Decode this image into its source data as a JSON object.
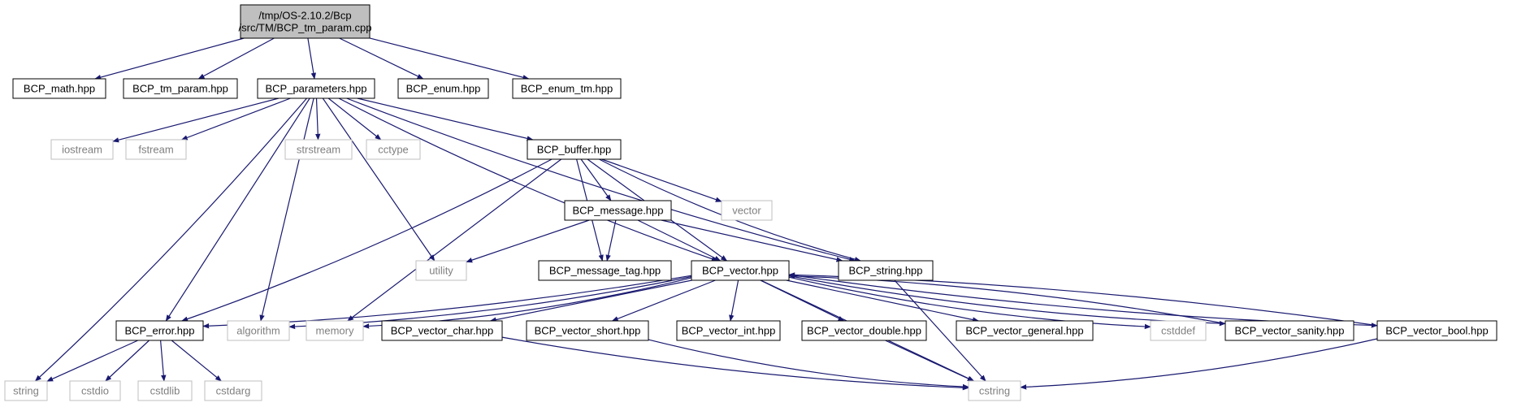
{
  "colors": {
    "edge": "#191970",
    "root_fill": "#bfbfbf",
    "box_border": "#000000",
    "external_border": "#bfbfbf",
    "external_text": "#7f7f7f",
    "text": "#000000"
  },
  "nodes": [
    {
      "id": "root",
      "lines": [
        "/tmp/OS-2.10.2/Bcp",
        "/src/TM/BCP_tm_param.cpp"
      ],
      "style": "root"
    },
    {
      "id": "bcp_math",
      "lines": [
        "BCP_math.hpp"
      ],
      "style": "local"
    },
    {
      "id": "bcp_tm_param",
      "lines": [
        "BCP_tm_param.hpp"
      ],
      "style": "local"
    },
    {
      "id": "bcp_parameters",
      "lines": [
        "BCP_parameters.hpp"
      ],
      "style": "local"
    },
    {
      "id": "bcp_enum",
      "lines": [
        "BCP_enum.hpp"
      ],
      "style": "local"
    },
    {
      "id": "bcp_enum_tm",
      "lines": [
        "BCP_enum_tm.hpp"
      ],
      "style": "local"
    },
    {
      "id": "iostream",
      "lines": [
        "iostream"
      ],
      "style": "external"
    },
    {
      "id": "fstream",
      "lines": [
        "fstream"
      ],
      "style": "external"
    },
    {
      "id": "strstream",
      "lines": [
        "strstream"
      ],
      "style": "external"
    },
    {
      "id": "cctype",
      "lines": [
        "cctype"
      ],
      "style": "external"
    },
    {
      "id": "bcp_buffer",
      "lines": [
        "BCP_buffer.hpp"
      ],
      "style": "local"
    },
    {
      "id": "vector",
      "lines": [
        "vector"
      ],
      "style": "external"
    },
    {
      "id": "bcp_message",
      "lines": [
        "BCP_message.hpp"
      ],
      "style": "local"
    },
    {
      "id": "utility",
      "lines": [
        "utility"
      ],
      "style": "external"
    },
    {
      "id": "bcp_message_tag",
      "lines": [
        "BCP_message_tag.hpp"
      ],
      "style": "local"
    },
    {
      "id": "bcp_vector",
      "lines": [
        "BCP_vector.hpp"
      ],
      "style": "local"
    },
    {
      "id": "bcp_string",
      "lines": [
        "BCP_string.hpp"
      ],
      "style": "local"
    },
    {
      "id": "bcp_error",
      "lines": [
        "BCP_error.hpp"
      ],
      "style": "local"
    },
    {
      "id": "algorithm",
      "lines": [
        "algorithm"
      ],
      "style": "external"
    },
    {
      "id": "memory",
      "lines": [
        "memory"
      ],
      "style": "external"
    },
    {
      "id": "bcp_vector_char",
      "lines": [
        "BCP_vector_char.hpp"
      ],
      "style": "local"
    },
    {
      "id": "bcp_vector_short",
      "lines": [
        "BCP_vector_short.hpp"
      ],
      "style": "local"
    },
    {
      "id": "bcp_vector_int",
      "lines": [
        "BCP_vector_int.hpp"
      ],
      "style": "local"
    },
    {
      "id": "bcp_vector_double",
      "lines": [
        "BCP_vector_double.hpp"
      ],
      "style": "local"
    },
    {
      "id": "bcp_vector_general",
      "lines": [
        "BCP_vector_general.hpp"
      ],
      "style": "local"
    },
    {
      "id": "cstddef",
      "lines": [
        "cstddef"
      ],
      "style": "external"
    },
    {
      "id": "bcp_vector_sanity",
      "lines": [
        "BCP_vector_sanity.hpp"
      ],
      "style": "local"
    },
    {
      "id": "bcp_vector_bool",
      "lines": [
        "BCP_vector_bool.hpp"
      ],
      "style": "local"
    },
    {
      "id": "string",
      "lines": [
        "string"
      ],
      "style": "external"
    },
    {
      "id": "cstdio",
      "lines": [
        "cstdio"
      ],
      "style": "external"
    },
    {
      "id": "cstdlib",
      "lines": [
        "cstdlib"
      ],
      "style": "external"
    },
    {
      "id": "cstdarg",
      "lines": [
        "cstdarg"
      ],
      "style": "external"
    },
    {
      "id": "cstring",
      "lines": [
        "cstring"
      ],
      "style": "external"
    }
  ],
  "edges": [
    [
      "root",
      "bcp_math"
    ],
    [
      "root",
      "bcp_tm_param"
    ],
    [
      "root",
      "bcp_parameters"
    ],
    [
      "root",
      "bcp_enum"
    ],
    [
      "root",
      "bcp_enum_tm"
    ],
    [
      "bcp_parameters",
      "string"
    ],
    [
      "bcp_parameters",
      "iostream"
    ],
    [
      "bcp_parameters",
      "fstream"
    ],
    [
      "bcp_parameters",
      "strstream"
    ],
    [
      "bcp_parameters",
      "cctype"
    ],
    [
      "bcp_parameters",
      "bcp_error"
    ],
    [
      "bcp_parameters",
      "algorithm"
    ],
    [
      "bcp_parameters",
      "utility"
    ],
    [
      "bcp_parameters",
      "bcp_buffer"
    ],
    [
      "bcp_parameters",
      "bcp_vector"
    ],
    [
      "bcp_parameters",
      "bcp_string"
    ],
    [
      "bcp_buffer",
      "bcp_message"
    ],
    [
      "bcp_buffer",
      "vector"
    ],
    [
      "bcp_buffer",
      "bcp_string"
    ],
    [
      "bcp_buffer",
      "bcp_vector"
    ],
    [
      "bcp_buffer",
      "bcp_message_tag"
    ],
    [
      "bcp_buffer",
      "bcp_error"
    ],
    [
      "bcp_buffer",
      "memory"
    ],
    [
      "bcp_message",
      "utility"
    ],
    [
      "bcp_message",
      "bcp_message_tag"
    ],
    [
      "bcp_message",
      "bcp_vector"
    ],
    [
      "bcp_message",
      "bcp_string"
    ],
    [
      "bcp_string",
      "cstring"
    ],
    [
      "bcp_vector",
      "bcp_error"
    ],
    [
      "bcp_vector",
      "algorithm"
    ],
    [
      "bcp_vector",
      "memory"
    ],
    [
      "bcp_vector",
      "bcp_vector_char"
    ],
    [
      "bcp_vector",
      "bcp_vector_short"
    ],
    [
      "bcp_vector",
      "bcp_vector_int"
    ],
    [
      "bcp_vector",
      "bcp_vector_double"
    ],
    [
      "bcp_vector",
      "bcp_vector_general"
    ],
    [
      "bcp_vector",
      "cstddef"
    ],
    [
      "bcp_vector",
      "bcp_vector_sanity"
    ],
    [
      "bcp_vector",
      "bcp_vector_bool"
    ],
    [
      "bcp_vector",
      "cstring"
    ],
    [
      "bcp_vector_sanity",
      "bcp_vector"
    ],
    [
      "bcp_vector_bool",
      "bcp_vector"
    ],
    [
      "bcp_error",
      "string"
    ],
    [
      "bcp_error",
      "cstdio"
    ],
    [
      "bcp_error",
      "cstdlib"
    ],
    [
      "bcp_error",
      "cstdarg"
    ],
    [
      "bcp_vector_char",
      "cstring"
    ],
    [
      "bcp_vector_short",
      "cstring"
    ],
    [
      "bcp_vector_double",
      "cstring"
    ],
    [
      "bcp_vector_bool",
      "cstring"
    ]
  ]
}
